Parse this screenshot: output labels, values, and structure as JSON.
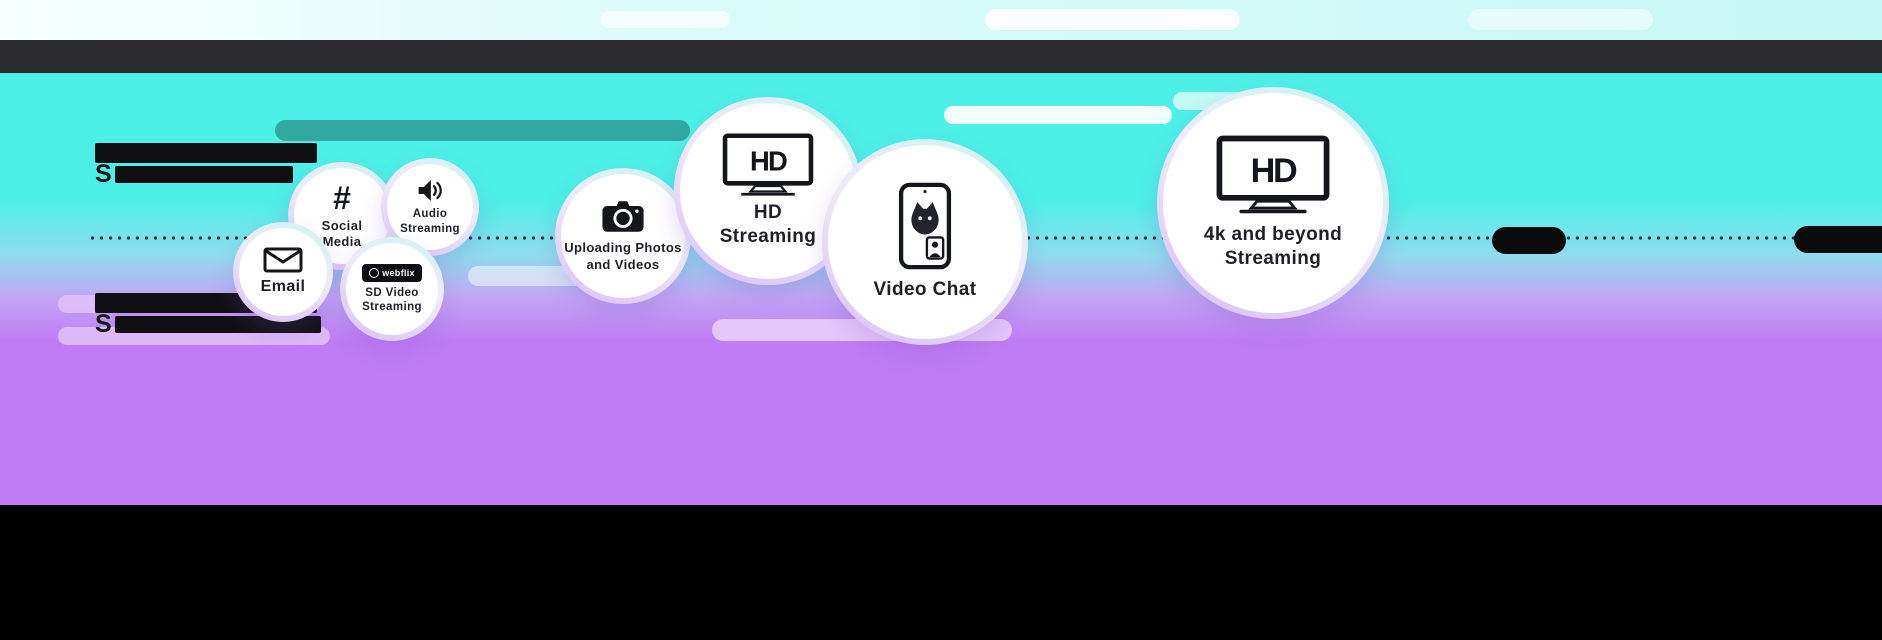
{
  "colors": {
    "cyan": "#4DF0E7",
    "purple": "#BF7CF4",
    "top_bar": "#2C2C30",
    "bottom_band": "#000000",
    "bubble_fill": "#FFFFFF"
  },
  "upper_label": {
    "visible_text": "S"
  },
  "lower_label": {
    "visible_text": "S"
  },
  "bubbles": [
    {
      "id": "social-media",
      "label": "Social Media",
      "icon": "hashtag-icon",
      "glyph": "#"
    },
    {
      "id": "audio-streaming",
      "label": "Audio Streaming",
      "icon": "speaker-icon"
    },
    {
      "id": "sd-video-streaming",
      "label": "SD Video Streaming",
      "icon": "webflix-logo",
      "logo_text": "webflix"
    },
    {
      "id": "email",
      "label": "Email",
      "icon": "envelope-icon"
    },
    {
      "id": "uploading-photos-videos",
      "label": "Uploading Photos and Videos",
      "icon": "camera-icon"
    },
    {
      "id": "hd-streaming",
      "label": "HD Streaming",
      "icon": "hd-tv-icon",
      "screen_text": "HD"
    },
    {
      "id": "video-chat",
      "label": "Video Chat",
      "icon": "video-chat-phone-icon"
    },
    {
      "id": "4k-streaming",
      "label": "4k and beyond Streaming",
      "icon": "hd-tv-icon",
      "screen_text": "HD"
    }
  ]
}
